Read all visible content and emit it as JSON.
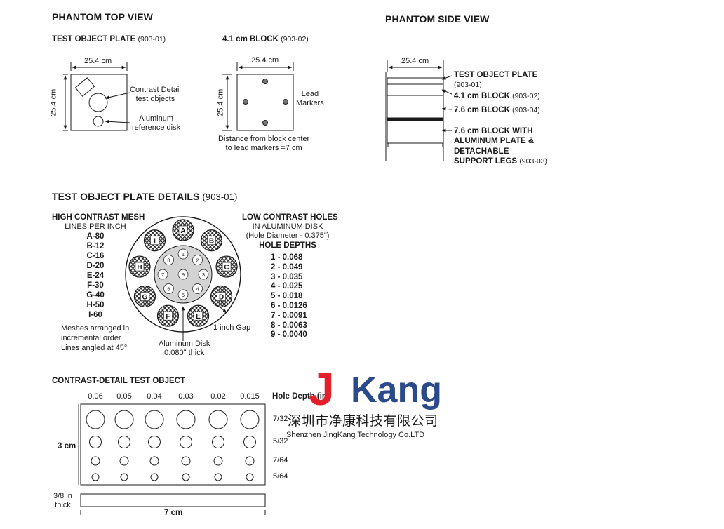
{
  "top_view": {
    "title": "PHANTOM TOP VIEW",
    "plate_title": "TEST OBJECT PLATE",
    "plate_code": "(903-01)",
    "plate_dim_h": "25.4 cm",
    "plate_dim_v": "25.4 cm",
    "callout_contrast": [
      "Contrast Detail",
      "test objects"
    ],
    "callout_aluminum": [
      "Aluminum",
      "reference disk"
    ],
    "block_title": "4.1 cm BLOCK",
    "block_code": "(903-02)",
    "block_dim_h": "25.4 cm",
    "block_dim_v": "25.4 cm",
    "callout_lead": [
      "Lead",
      "Markers"
    ],
    "block_note": [
      "Distance from block center",
      "to lead markers =7 cm"
    ]
  },
  "side_view": {
    "title": "PHANTOM SIDE VIEW",
    "dim": "25.4 cm",
    "labels": [
      {
        "bold": "TEST OBJECT PLATE",
        "code": "(903-01)"
      },
      {
        "bold": "4.1 cm BLOCK",
        "code": "(903-02)"
      },
      {
        "bold": "7.6 cm BLOCK",
        "code": "(903-04)"
      },
      {
        "bold": "7.6 cm BLOCK WITH",
        "bold2": "ALUMINUM PLATE &",
        "bold3": "DETACHABLE",
        "bold4": "SUPPORT LEGS",
        "code": "(903-03)"
      }
    ]
  },
  "details": {
    "title": "TEST OBJECT PLATE DETAILS",
    "code": "(903-01)",
    "mesh_title": "HIGH CONTRAST MESH",
    "mesh_subtitle": "LINES PER INCH",
    "mesh_list": [
      "A-80",
      "B-12",
      "C-16",
      "D-20",
      "E-24",
      "F-30",
      "G-40",
      "H-50",
      "I-60"
    ],
    "mesh_note": [
      "Meshes arranged in",
      "incremental order",
      "Lines angled at 45°"
    ],
    "holes_title": "LOW CONTRAST HOLES",
    "holes_subtitle": "IN ALUMINUM DISK",
    "holes_diameter": "(Hole Diameter - 0.375\")",
    "depths_title": "HOLE DEPTHS",
    "depths": [
      "1 - 0.068",
      "2 - 0.049",
      "3 - 0.035",
      "4 - 0.025",
      "5 - 0.018",
      "6 - 0.0126",
      "7 - 0.0091",
      "8 - 0.0063",
      "9 - 0.0040"
    ],
    "gap_label": "1 inch Gap",
    "disk_label": [
      "Aluminum Disk",
      "0.080\" thick"
    ],
    "mesh_letters": [
      "A",
      "B",
      "C",
      "D",
      "E",
      "F",
      "G",
      "H",
      "I"
    ],
    "hole_numbers": [
      "1",
      "2",
      "3",
      "4",
      "5",
      "6",
      "7",
      "8",
      "9"
    ]
  },
  "contrast_detail": {
    "title": "CONTRAST-DETAIL TEST OBJECT",
    "depths": [
      "0.06",
      "0.05",
      "0.04",
      "0.03",
      "0.02",
      "0.015"
    ],
    "depth_header": "Hole Depth (in)",
    "row_labels": [
      "7/32",
      "5/32",
      "7/64",
      "5/64"
    ],
    "height_label": "3 cm",
    "thick_label": [
      "3/8 in",
      "thick"
    ],
    "width_label": "7 cm"
  },
  "watermark": {
    "logo_j": "J",
    "logo_rest": "Kang",
    "company_cn": "深圳市净康科技有限公司",
    "company_en": "Shenzhen JingKang Technology Co.LTD",
    "color_red": "#e3202a",
    "color_blue": "#2b4a8a"
  }
}
